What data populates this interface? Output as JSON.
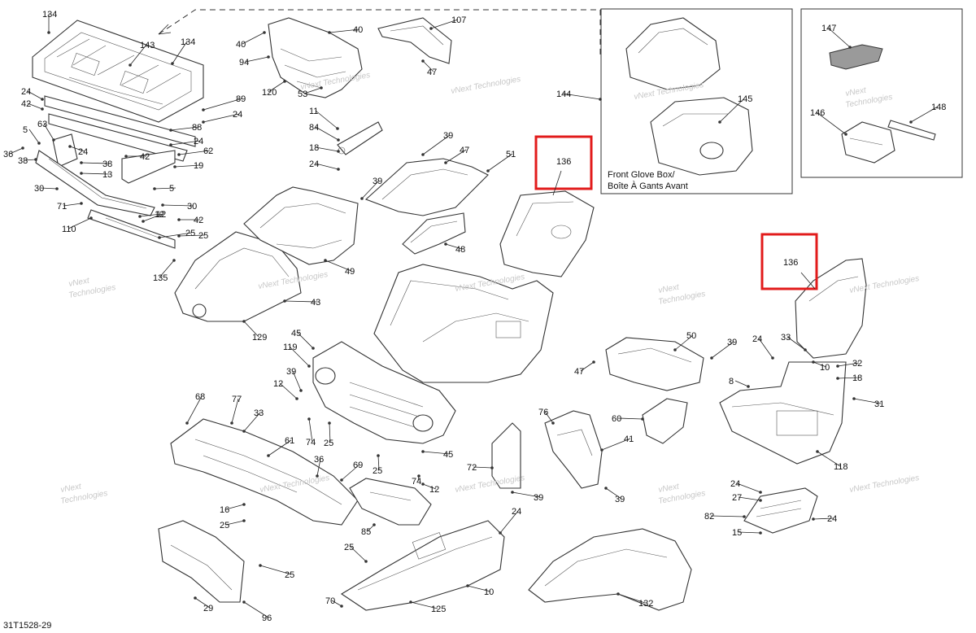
{
  "diagram": {
    "reference_code": "31T1528-29",
    "inset": {
      "label_line1": "Front Glove Box/",
      "label_line2": "Boîte À Gants Avant",
      "callouts": [
        "144",
        "145"
      ]
    },
    "highlight_callouts": [
      "136",
      "136"
    ],
    "watermark_brand": "vNext",
    "watermark_text": "vNext Technologies",
    "watermark_line1": "vNext",
    "watermark_line2": "Technologies",
    "colors": {
      "highlight": "#e21b1b",
      "line": "#333333",
      "watermark": "#c8c8c8"
    },
    "callouts": [
      "134",
      "134",
      "143",
      "24",
      "42",
      "63",
      "5",
      "36",
      "38",
      "24",
      "38",
      "13",
      "30",
      "71",
      "110",
      "12",
      "25",
      "135",
      "40",
      "94",
      "40",
      "120",
      "53",
      "107",
      "47",
      "11",
      "84",
      "18",
      "24",
      "89",
      "24",
      "88",
      "24",
      "62",
      "42",
      "19",
      "5",
      "30",
      "12",
      "42",
      "25",
      "39",
      "47",
      "51",
      "39",
      "48",
      "49",
      "43",
      "129",
      "144",
      "147",
      "146",
      "148",
      "145",
      "136",
      "136",
      "33",
      "10",
      "32",
      "18",
      "31",
      "8",
      "24",
      "118",
      "24",
      "27",
      "82",
      "15",
      "24",
      "50",
      "39",
      "47",
      "60",
      "41",
      "45",
      "119",
      "39",
      "12",
      "74",
      "25",
      "45",
      "25",
      "74",
      "12",
      "85",
      "68",
      "77",
      "33",
      "61",
      "36",
      "69",
      "16",
      "25",
      "72",
      "76",
      "39",
      "39",
      "25",
      "24",
      "70",
      "125",
      "10",
      "132",
      "96",
      "29",
      "25"
    ]
  }
}
